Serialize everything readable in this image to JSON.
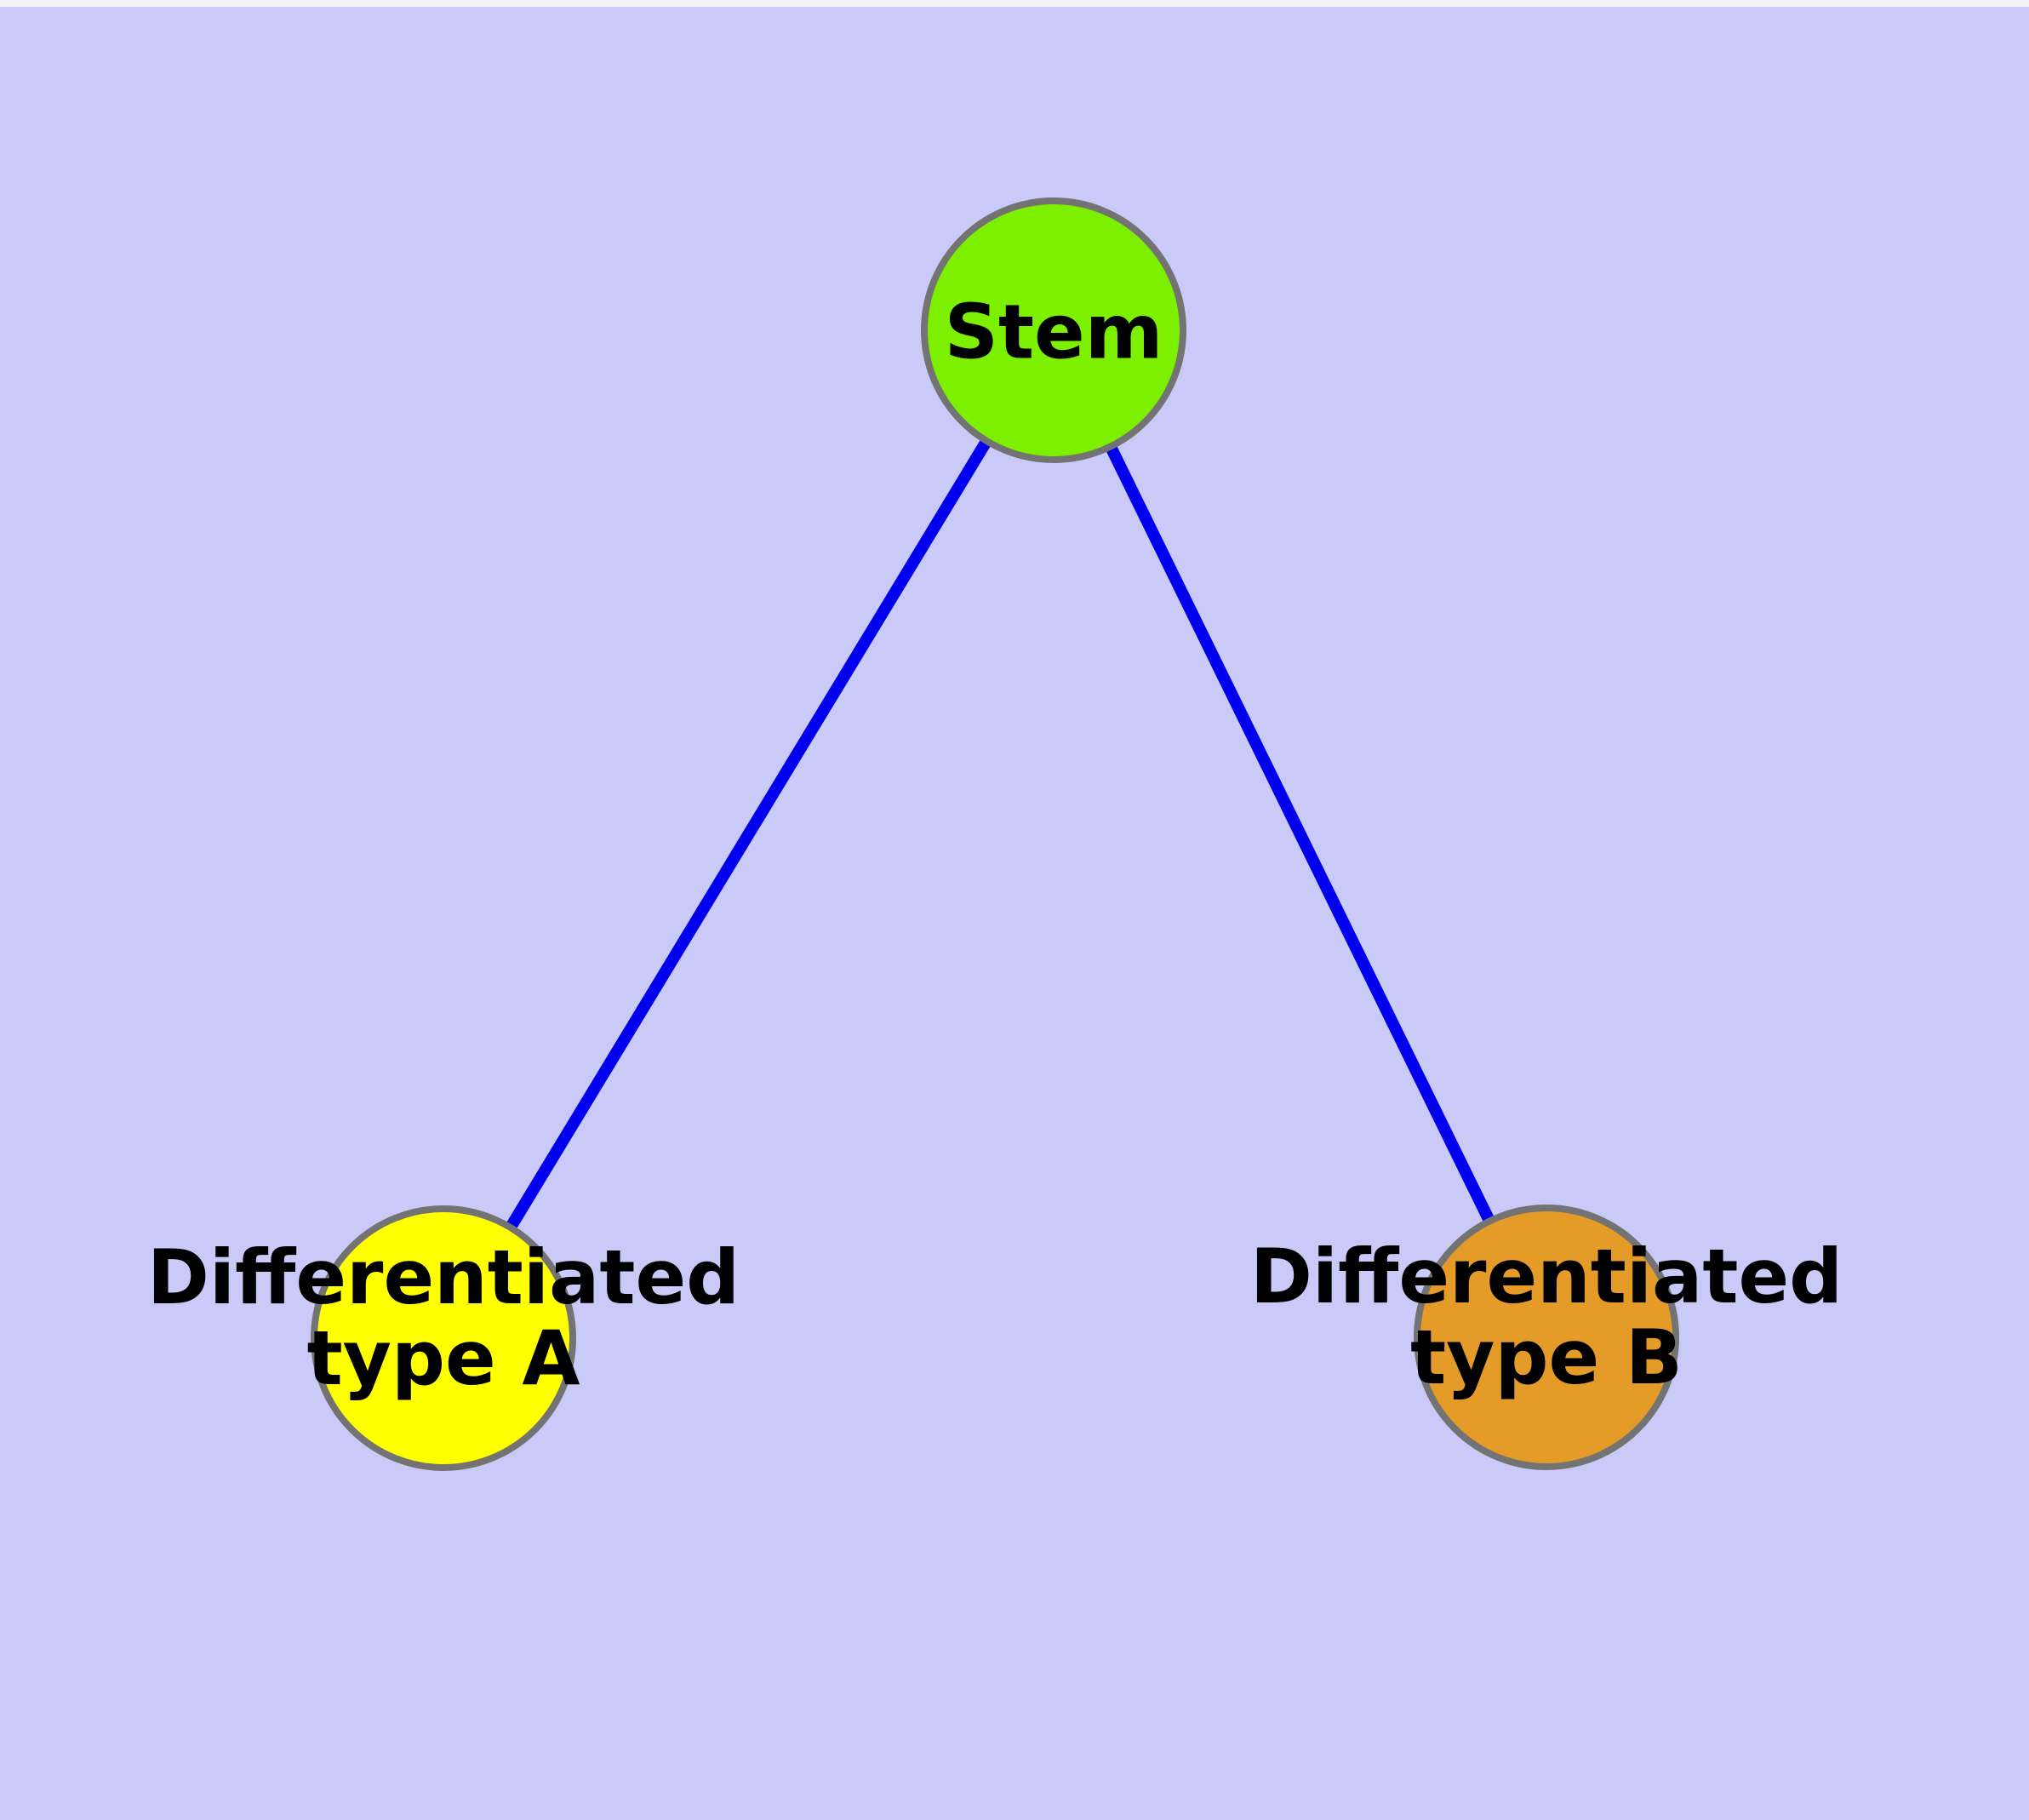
{
  "diagram": {
    "description": "Cell differentiation graph: a stem cell node connected to two differentiated cell type nodes",
    "nodes": [
      {
        "id": "stem",
        "label": "Stem",
        "color": "#7DF000"
      },
      {
        "id": "type-a",
        "label": "Differentiated\ntype A",
        "color": "#FFFF00"
      },
      {
        "id": "type-b",
        "label": "Differentiated\ntype B",
        "color": "#E49B27"
      }
    ],
    "edges": [
      {
        "from": "stem",
        "to": "type-a",
        "color": "#0000EF"
      },
      {
        "from": "stem",
        "to": "type-b",
        "color": "#0000EF"
      }
    ],
    "colors": {
      "background": "#CACAF8",
      "top_margin": "#F4F4F8",
      "node_border": "#737373",
      "label_text": "#000000",
      "edge": "#0000EF"
    }
  }
}
